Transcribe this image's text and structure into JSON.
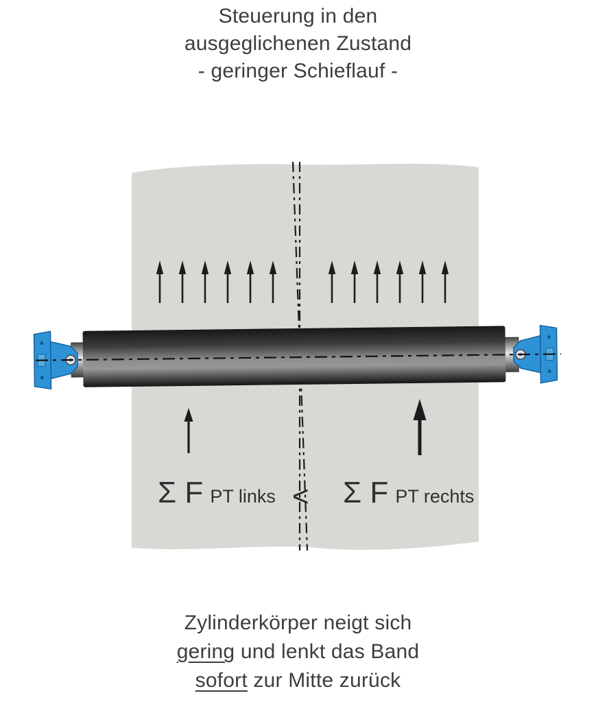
{
  "title": {
    "line1": "Steuerung in den",
    "line2": "ausgeglichenen Zustand",
    "line3": "- geringer Schieflauf -"
  },
  "forces": {
    "left_sigma": "Σ F",
    "left_sub": "PT links",
    "comparator": "<",
    "right_sigma": "Σ F",
    "right_sub": "PT rechts"
  },
  "caption": {
    "line1": "Zylinderkörper neigt sich",
    "line2_underlined": "gering",
    "line2_rest": " und lenkt das Band",
    "line3_underlined": "sofort",
    "line3_rest": " zur Mitte zurück"
  },
  "colors": {
    "bracket_blue": "#2e93d6",
    "bracket_blue_dark": "#15629c",
    "belt_gray": "#d8d8d5",
    "text": "#3d3d3d",
    "line": "#1c1c1c"
  }
}
